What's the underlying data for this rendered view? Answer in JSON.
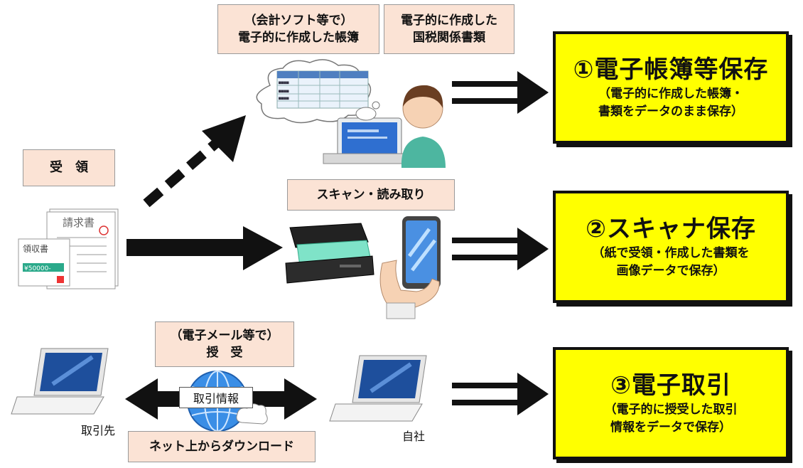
{
  "labels": {
    "software_line1": "（会計ソフト等で）",
    "software_line2": "電子的に作成した帳簿",
    "electronic_line1": "電子的に作成した",
    "electronic_line2": "国税関係書類",
    "receive": "受　領",
    "scan": "スキャン・読み取り",
    "email_line1": "（電子メール等で）",
    "email_line2": "授　受",
    "download": "ネット上からダウンロード",
    "transaction_info": "取引情報",
    "partner": "取引先",
    "own_company": "自社"
  },
  "categories": [
    {
      "title": "①電子帳簿等保存",
      "sub1": "（電子的に作成した帳簿・",
      "sub2": "書類をデータのまま保存）"
    },
    {
      "title": "②スキャナ保存",
      "sub1": "（紙で受領・作成した書類を",
      "sub2": "画像データで保存）"
    },
    {
      "title": "③電子取引",
      "sub1": "（電子的に授受した取引",
      "sub2": "情報をデータで保存）"
    }
  ],
  "documents": {
    "invoice": "請求書",
    "receipt": "領収書",
    "amount": "¥50000-"
  },
  "colors": {
    "label_bg": "#fbe3d5",
    "category_bg": "#ffff00",
    "arrow": "#111111",
    "screen_blue": "#2f6fd0",
    "globe_blue": "#3a8ee6"
  }
}
